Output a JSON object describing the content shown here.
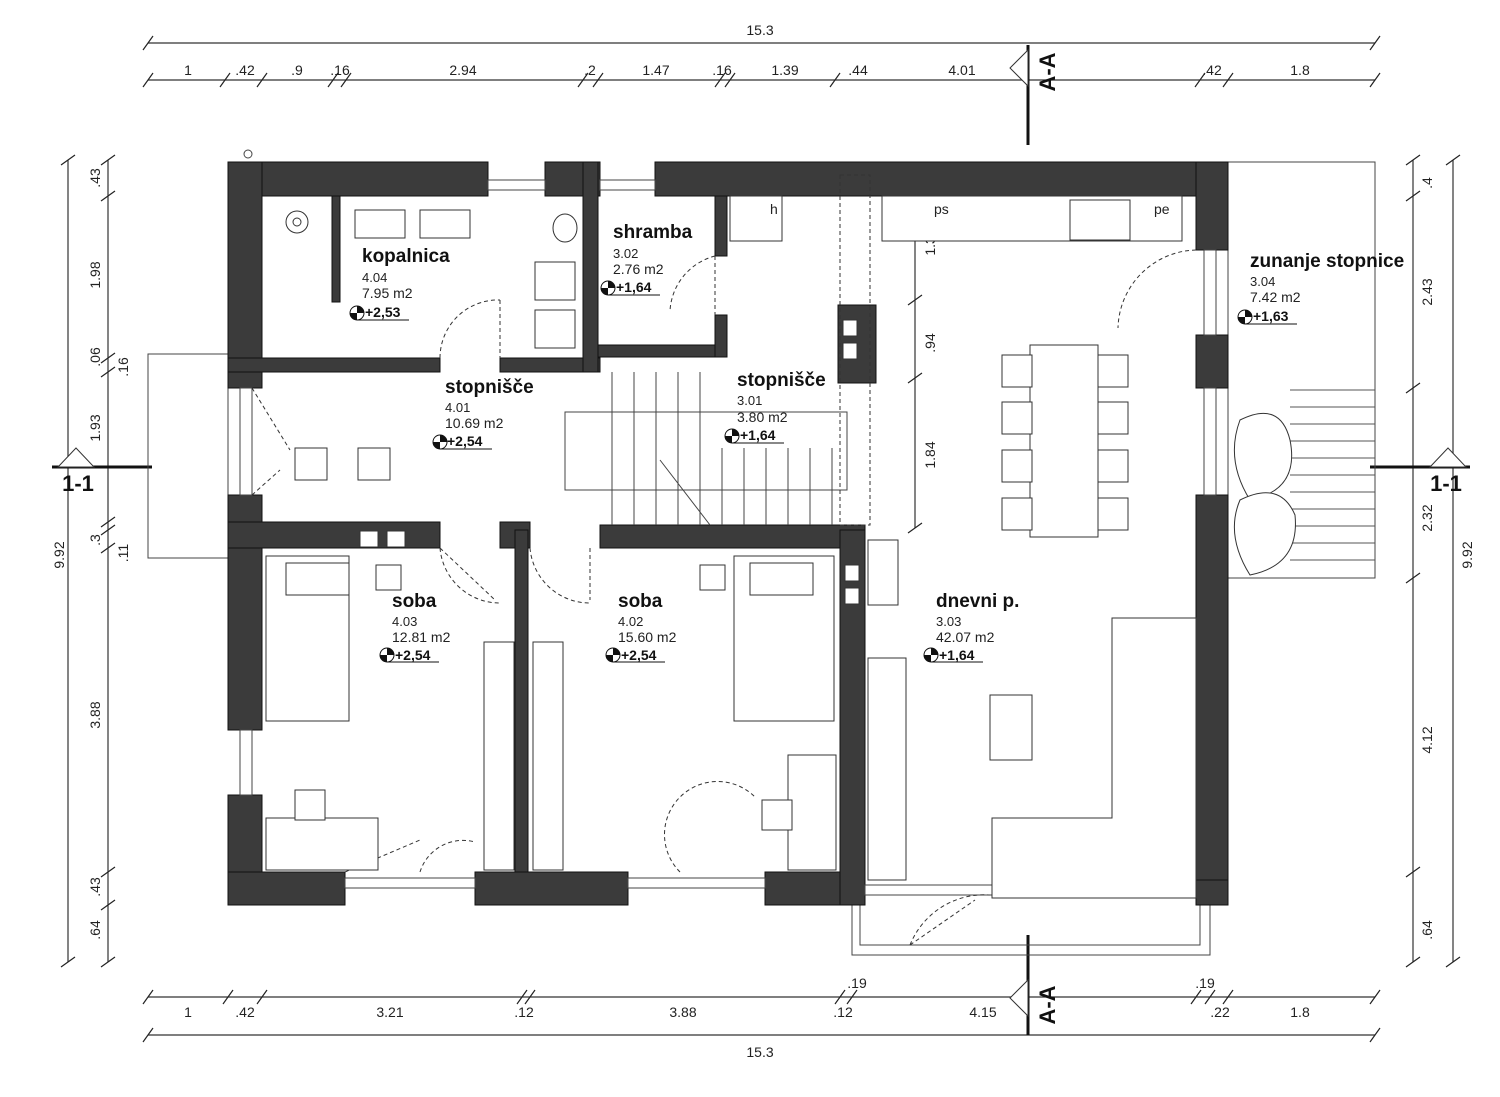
{
  "dimensions": {
    "top_total": "15.3",
    "top": [
      "1",
      ".42",
      ".9",
      ".16",
      "2.94",
      ".2",
      "1.47",
      ".16",
      "1.39",
      ".44",
      "4.01",
      ".42",
      "1.8"
    ],
    "bottom": [
      "1",
      ".42",
      "3.21",
      ".12",
      "3.88",
      ".12",
      "4.15",
      ".22",
      "1.8",
      ".19",
      ".19"
    ],
    "bottom_total": "15.3",
    "left_total": "9.92",
    "left": [
      ".43",
      "1.98",
      ".06",
      ".16",
      "1.93",
      ".3",
      ".11",
      "3.88",
      ".43",
      ".64"
    ],
    "right": [
      ".4",
      "2.43",
      "2.32",
      "4.12",
      ".64"
    ],
    "right_total": "9.92",
    "interior": [
      "1.33",
      ".94",
      "1.84"
    ]
  },
  "sections": {
    "aa": "A-A",
    "one": "1-1"
  },
  "rooms": [
    {
      "name": "kopalnica",
      "id": "4.04",
      "area": "7.95 m2",
      "level": "+2,53"
    },
    {
      "name": "shramba",
      "id": "3.02",
      "area": "2.76 m2",
      "level": "+1,64"
    },
    {
      "name": "stopnišče",
      "id": "4.01",
      "area": "10.69 m2",
      "level": "+2,54"
    },
    {
      "name": "stopnišče",
      "id": "3.01",
      "area": "3.80 m2",
      "level": "+1,64"
    },
    {
      "name": "zunanje stopnice",
      "id": "3.04",
      "area": "7.42 m2",
      "level": "+1,63"
    },
    {
      "name": "soba",
      "id": "4.03",
      "area": "12.81 m2",
      "level": "+2,54"
    },
    {
      "name": "soba",
      "id": "4.02",
      "area": "15.60 m2",
      "level": "+2,54"
    },
    {
      "name": "dnevni p.",
      "id": "3.03",
      "area": "42.07 m2",
      "level": "+1,64"
    }
  ],
  "appliances": {
    "hob": "h",
    "dishwasher": "ps",
    "oven": "pe"
  }
}
